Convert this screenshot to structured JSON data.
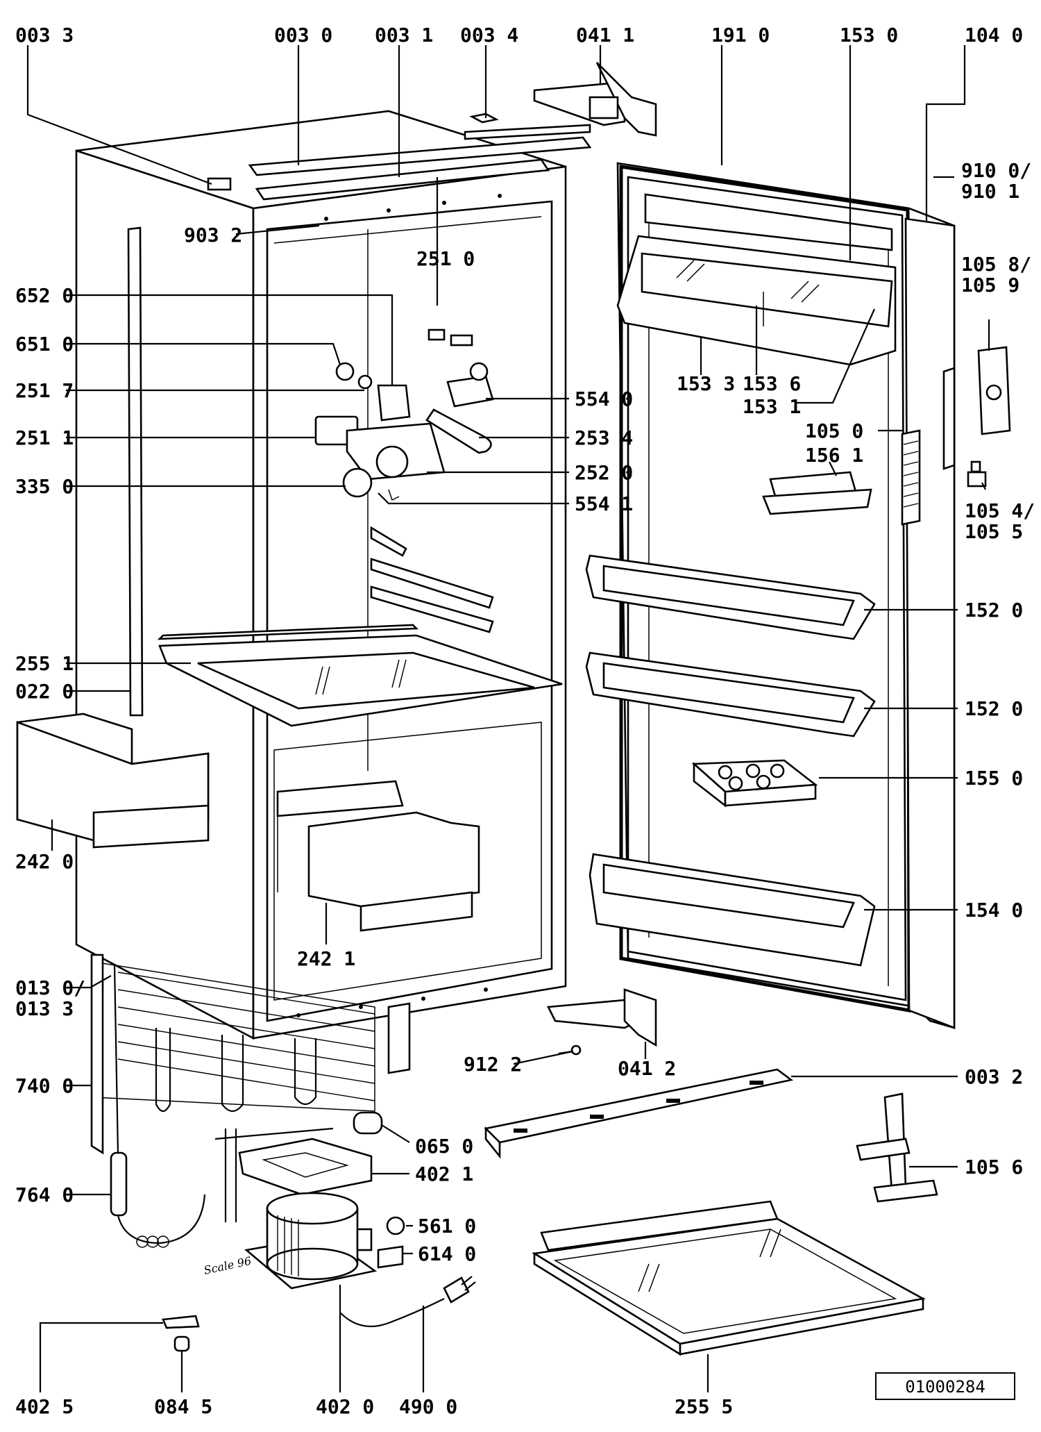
{
  "labels": [
    {
      "id": "003-3",
      "text": "003 3"
    },
    {
      "id": "003-0",
      "text": "003 0"
    },
    {
      "id": "003-1",
      "text": "003 1"
    },
    {
      "id": "003-4",
      "text": "003 4"
    },
    {
      "id": "041-1",
      "text": "041 1"
    },
    {
      "id": "191-0",
      "text": "191 0"
    },
    {
      "id": "153-0",
      "text": "153 0"
    },
    {
      "id": "104-0",
      "text": "104 0"
    },
    {
      "id": "910-0",
      "text": "910 0/"
    },
    {
      "id": "910-1",
      "text": "910 1"
    },
    {
      "id": "903-2",
      "text": "903 2"
    },
    {
      "id": "251-0",
      "text": "251 0"
    },
    {
      "id": "652-0",
      "text": "652 0"
    },
    {
      "id": "105-8",
      "text": "105 8/"
    },
    {
      "id": "105-9",
      "text": "105 9"
    },
    {
      "id": "651-0",
      "text": "651 0"
    },
    {
      "id": "251-7",
      "text": "251 7"
    },
    {
      "id": "153-3",
      "text": "153 3"
    },
    {
      "id": "153-6",
      "text": "153 6"
    },
    {
      "id": "153-1",
      "text": "153 1"
    },
    {
      "id": "554-0",
      "text": "554 0"
    },
    {
      "id": "251-1",
      "text": "251 1"
    },
    {
      "id": "253-4",
      "text": "253 4"
    },
    {
      "id": "105-0",
      "text": "105 0"
    },
    {
      "id": "156-1",
      "text": "156 1"
    },
    {
      "id": "335-0",
      "text": "335 0"
    },
    {
      "id": "252-0",
      "text": "252 0"
    },
    {
      "id": "554-1",
      "text": "554 1"
    },
    {
      "id": "105-4",
      "text": "105 4/"
    },
    {
      "id": "105-5",
      "text": "105 5"
    },
    {
      "id": "152-0a",
      "text": "152 0"
    },
    {
      "id": "255-1",
      "text": "255 1"
    },
    {
      "id": "022-0",
      "text": "022 0"
    },
    {
      "id": "152-0b",
      "text": "152 0"
    },
    {
      "id": "155-0",
      "text": "155 0"
    },
    {
      "id": "242-0",
      "text": "242 0"
    },
    {
      "id": "154-0",
      "text": "154 0"
    },
    {
      "id": "242-1",
      "text": "242 1"
    },
    {
      "id": "013-0",
      "text": "013 0/"
    },
    {
      "id": "013-3",
      "text": "013 3"
    },
    {
      "id": "912-2",
      "text": "912 2"
    },
    {
      "id": "041-2",
      "text": "041 2"
    },
    {
      "id": "003-2",
      "text": "003 2"
    },
    {
      "id": "740-0",
      "text": "740 0"
    },
    {
      "id": "065-0",
      "text": "065 0"
    },
    {
      "id": "402-1",
      "text": "402 1"
    },
    {
      "id": "105-6",
      "text": "105 6"
    },
    {
      "id": "764-0",
      "text": "764 0"
    },
    {
      "id": "561-0",
      "text": "561 0"
    },
    {
      "id": "614-0",
      "text": "614 0"
    },
    {
      "id": "402-5",
      "text": "402 5"
    },
    {
      "id": "084-5",
      "text": "084 5"
    },
    {
      "id": "402-0",
      "text": "402 0"
    },
    {
      "id": "490-0",
      "text": "490 0"
    },
    {
      "id": "255-5",
      "text": "255 5"
    }
  ],
  "annotation": "Scale 96",
  "reference_number": "01000284"
}
